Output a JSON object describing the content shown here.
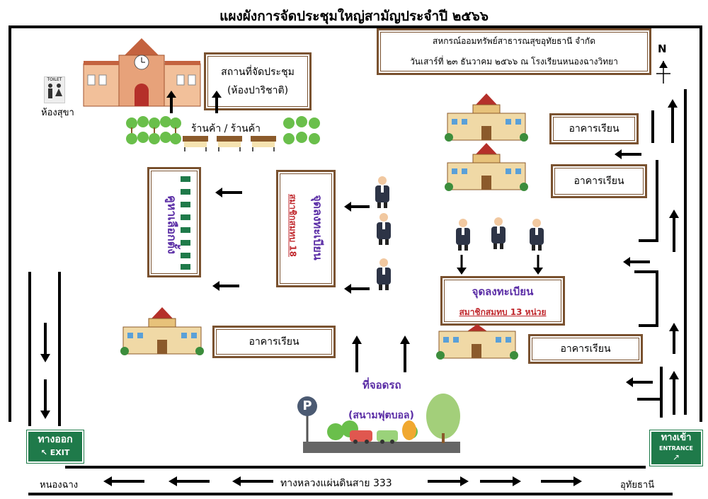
{
  "title": "แผงผังการจัดประชุมใหญ่สามัญประจำปี ๒๕๖๖",
  "header": {
    "org": "สหกรณ์ออมทรัพย์สาธารณสุขอุทัยธานี จำกัด",
    "date_place": "วันเสาร์ที่ ๒๓ ธันวาคม ๒๕๖๖ ณ โรงเรียนหนองฉางวิทยา"
  },
  "compass": "N",
  "toilet": {
    "sign": "TOILET",
    "label": "ห้องสุขา"
  },
  "venue": {
    "line1": "สถานที่จัดประชุม",
    "line2": "(ห้องปาริชาติ)"
  },
  "shops": "ร้านค้า / ร้านค้า",
  "booth": "คูหาเลือกตั้ง",
  "registration_left": {
    "line1": "จุดลงทะเบียน",
    "line2": "สมาชิกสมทบ 18"
  },
  "registration_right": {
    "line1": "จุดลงทะเบียน",
    "line2": "สมาชิกสมทบ 13 หน่วย"
  },
  "buildings": {
    "b1": "อาคารเรียน",
    "b2": "อาคารเรียน",
    "b3": "อาคารเรียน",
    "b4": "อาคารเรียน"
  },
  "parking": {
    "label": "ที่จอดรถ",
    "sub": "(สนามฟุตบอล)",
    "sign": "P"
  },
  "exit": {
    "thai": "ทางออก",
    "eng": "EXIT"
  },
  "entrance": {
    "thai": "ทางเข้า",
    "eng": "ENTRANCE"
  },
  "road": {
    "name": "ทางหลวงแผ่นดินสาย 333",
    "left_town": "หนองฉาง",
    "right_town": "อุทัยธานี"
  },
  "colors": {
    "frame": "#7a5230",
    "sign_green": "#1f7a4a",
    "purple_text": "#5b2ea6",
    "red_text": "#c0282d",
    "building": "#e7c27a"
  }
}
